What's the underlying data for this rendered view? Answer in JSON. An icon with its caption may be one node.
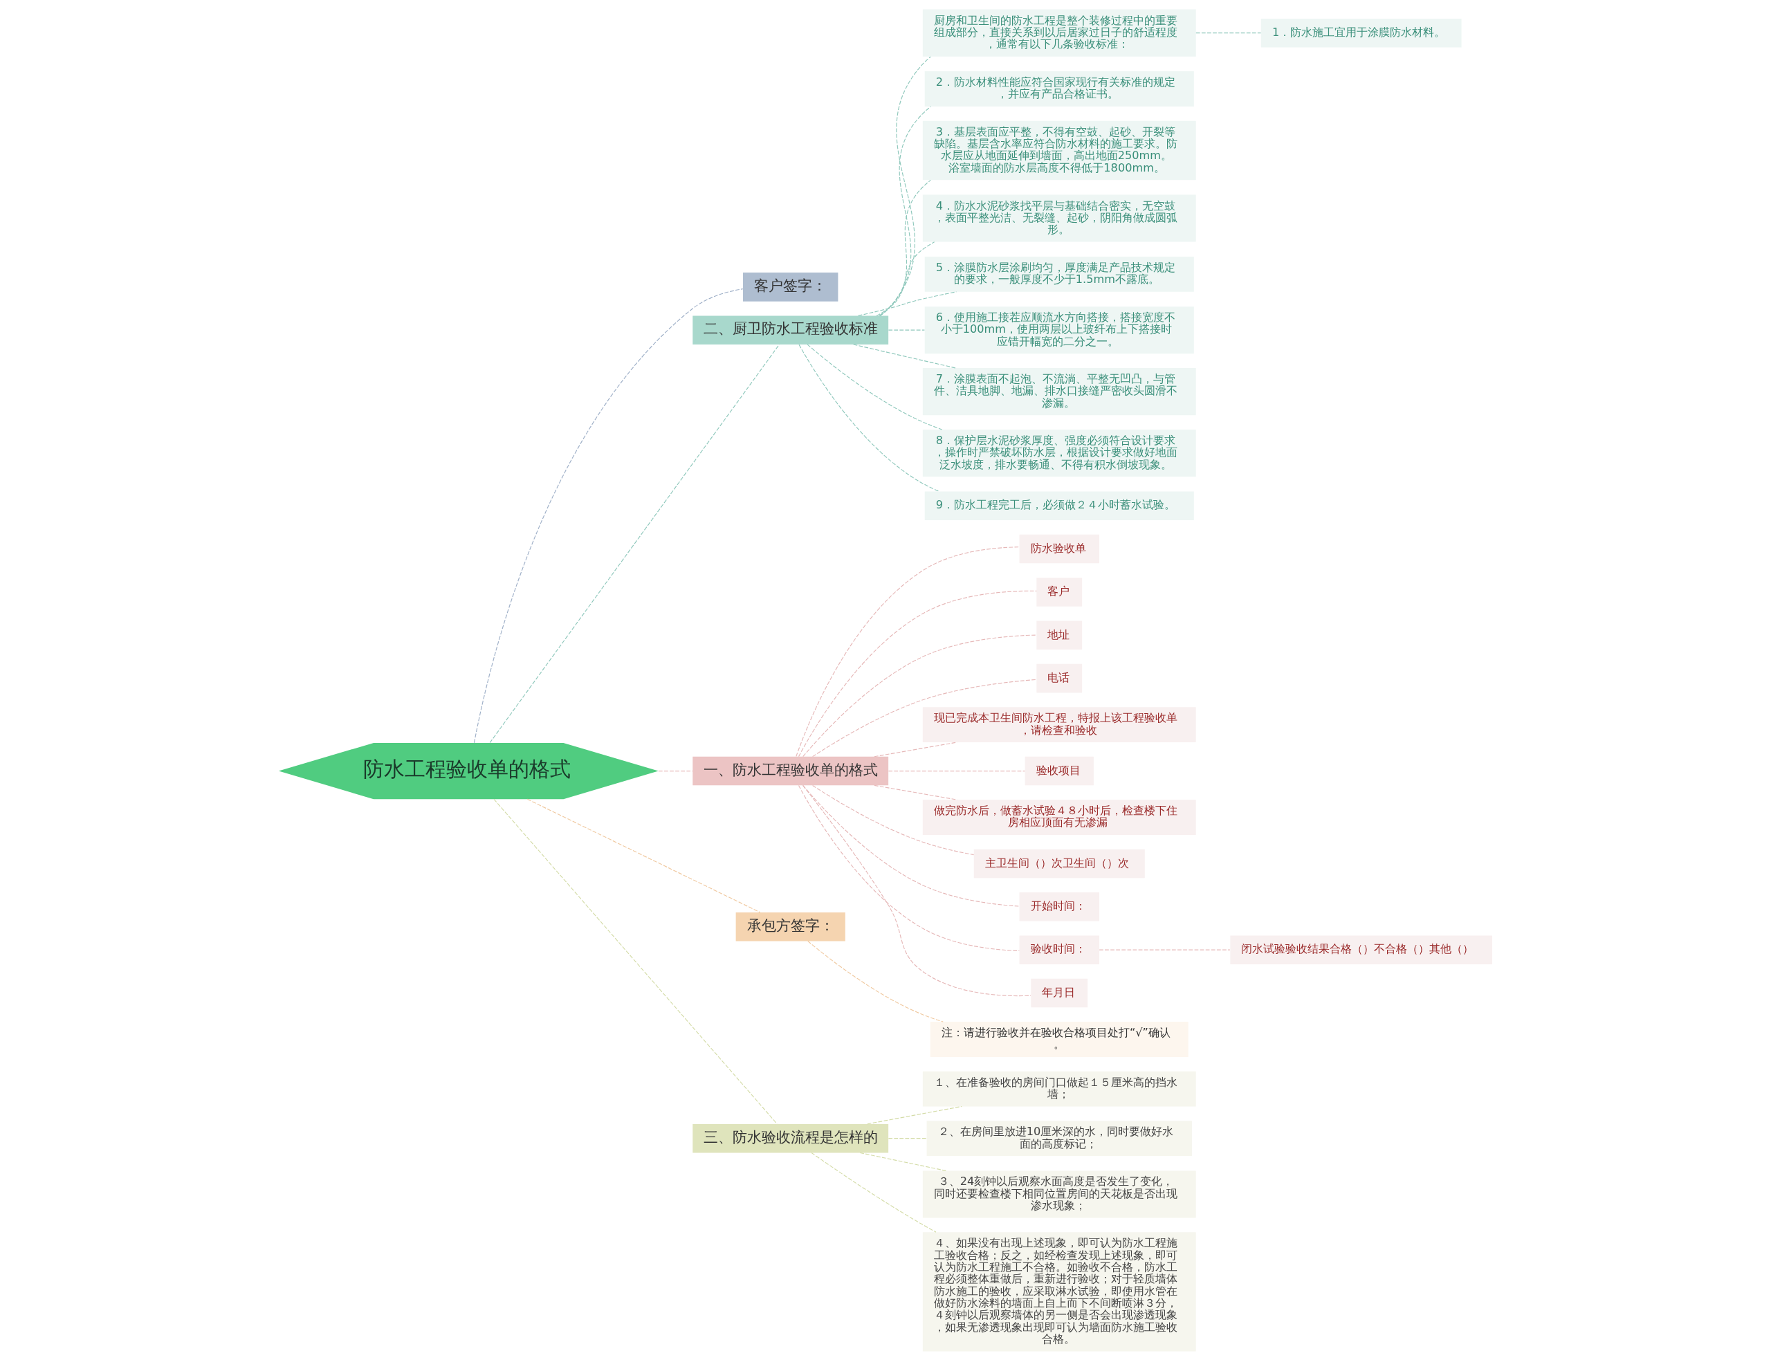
{
  "diagram": {
    "nodes": [
      {
        "text": [
          "防水工程验收单的格式"
        ]
      },
      {
        "text": [
          "客户签字："
        ]
      },
      {
        "text": [
          "二、厨卫防水工程验收标准"
        ]
      },
      {
        "text": [
          "厨房和卫生间的防水工程是整个装修过程中的重要组成部分，直接关系到以后居家过日子的舒适程度，通常有以下几条验收标准："
        ]
      },
      {
        "text": [
          "1．防水施工宜用于涂膜防水材料。"
        ]
      },
      {
        "text": [
          "2．防水材料性能应符合国家现行有关标准的规定，并应有产品合格证书。"
        ]
      },
      {
        "text": [
          "3．基层表面应平整，不得有空鼓、起砂、开裂等缺陷。基层含水率应符合防水材料的施工要求。防水层应从地面延伸到墙面，高出地面250mm。浴室墙面的防水层高度不得低于1800mm。"
        ]
      },
      {
        "text": [
          "4．防水水泥砂浆找平层与基础结合密实，无空鼓，表面平整光洁、无裂缝、起砂，阴阳角做成圆弧形。"
        ]
      },
      {
        "text": [
          "5．涂膜防水层涂刷均匀，厚度满足产品技术规定的要求，一般厚度不少于1.5mm不露底。"
        ]
      },
      {
        "text": [
          "6．使用施工接茬应顺流水方向搭接，搭接宽度不小于100mm，使用两层以上玻纤布上下搭接时应错开幅宽的二分之一。"
        ]
      },
      {
        "text": [
          "7．涂膜表面不起泡、不流淌、平整无凹凸，与管件、洁具地脚、地漏、排水口接缝严密收头圆滑不渗漏。"
        ]
      },
      {
        "text": [
          "8．保护层水泥砂浆厚度、强度必须符合设计要求，操作时严禁破坏防水层，根据设计要求做好地面泛水坡度，排水要畅通、不得有积水倒坡现象。"
        ]
      },
      {
        "text": [
          "9．防水工程完工后，必须做２４小时蓄水试验。"
        ]
      },
      {
        "text": [
          "一、防水工程验收单的格式"
        ]
      },
      {
        "text": [
          "防水验收单"
        ]
      },
      {
        "text": [
          "客户"
        ]
      },
      {
        "text": [
          "地址"
        ]
      },
      {
        "text": [
          "电话"
        ]
      },
      {
        "text": [
          "现已完成本卫生间防水工程，特报上该工程验收单，请检查和验收"
        ]
      },
      {
        "text": [
          "验收项目"
        ]
      },
      {
        "text": [
          "做完防水后，做蓄水试验４８小时后，检查楼下住房相应顶面有无渗漏"
        ]
      },
      {
        "text": [
          "主卫生间（）次卫生间（）次"
        ]
      },
      {
        "text": [
          "开始时间："
        ]
      },
      {
        "text": [
          "验收时间："
        ]
      },
      {
        "text": [
          "闭水试验验收结果合格（）不合格（）其他（）"
        ]
      },
      {
        "text": [
          "年月日"
        ]
      },
      {
        "text": [
          "承包方签字："
        ]
      },
      {
        "text": [
          "注：请进行验收并在验收合格项目处打“√”确认。"
        ]
      },
      {
        "text": [
          "三、防水验收流程是怎样的"
        ]
      },
      {
        "text": [
          "１、在准备验收的房间门口做起１５厘米高的挡水墙；"
        ]
      },
      {
        "text": [
          "２、在房间里放进10厘米深的水，同时要做好水面的高度标记；"
        ]
      },
      {
        "text": [
          "３、24刻钟以后观察水面高度是否发生了变化，同时还要检查楼下相同位置房间的天花板是否出现渗水现象；"
        ]
      },
      {
        "text": [
          "４、如果没有出现上述现象，即可认为防水工程施工验收合格；反之，如经检查发现上述现象，即可认为防水工程施工不合格。如验收不合格，防水工程必须整体重做后，重新进行验收；对于轻质墙体防水施工的验收，应采取淋水试验，即使用水管在做好防水涂料的墙面上自上而下不间断喷淋３分，４刻钟以后观察墙体的另一侧是否会出现渗透现象，如果无渗透现象出现即可认为墙面防水施工验收合格。"
        ]
      }
    ],
    "edges": [
      {
        "from": 0,
        "to": 1,
        "arrow": "none",
        "style": "dashed",
        "color": "#9fb0c8"
      },
      {
        "from": 0,
        "to": 2,
        "arrow": "none",
        "style": "dashed",
        "color": "#8fc8bc"
      },
      {
        "from": 2,
        "to": 3,
        "arrow": "none",
        "style": "dashed",
        "color": "#8fc8bc"
      },
      {
        "from": 3,
        "to": 4,
        "arrow": "none",
        "style": "dashed",
        "color": "#8fc8bc"
      },
      {
        "from": 2,
        "to": 5,
        "arrow": "none",
        "style": "dashed",
        "color": "#8fc8bc"
      },
      {
        "from": 2,
        "to": 6,
        "arrow": "none",
        "style": "dashed",
        "color": "#8fc8bc"
      },
      {
        "from": 2,
        "to": 7,
        "arrow": "none",
        "style": "dashed",
        "color": "#8fc8bc"
      },
      {
        "from": 2,
        "to": 8,
        "arrow": "none",
        "style": "dashed",
        "color": "#8fc8bc"
      },
      {
        "from": 2,
        "to": 9,
        "arrow": "none",
        "style": "dashed",
        "color": "#8fc8bc"
      },
      {
        "from": 2,
        "to": 10,
        "arrow": "none",
        "style": "dashed",
        "color": "#8fc8bc"
      },
      {
        "from": 2,
        "to": 11,
        "arrow": "none",
        "style": "dashed",
        "color": "#8fc8bc"
      },
      {
        "from": 2,
        "to": 12,
        "arrow": "none",
        "style": "dashed",
        "color": "#8fc8bc"
      },
      {
        "from": 0,
        "to": 13,
        "arrow": "none",
        "style": "dashed",
        "color": "#e6b8b8"
      },
      {
        "from": 13,
        "to": 14,
        "arrow": "none",
        "style": "dashed",
        "color": "#e6b8b8"
      },
      {
        "from": 13,
        "to": 15,
        "arrow": "none",
        "style": "dashed",
        "color": "#e6b8b8"
      },
      {
        "from": 13,
        "to": 16,
        "arrow": "none",
        "style": "dashed",
        "color": "#e6b8b8"
      },
      {
        "from": 13,
        "to": 17,
        "arrow": "none",
        "style": "dashed",
        "color": "#e6b8b8"
      },
      {
        "from": 13,
        "to": 18,
        "arrow": "none",
        "style": "dashed",
        "color": "#e6b8b8"
      },
      {
        "from": 13,
        "to": 19,
        "arrow": "none",
        "style": "dashed",
        "color": "#e6b8b8"
      },
      {
        "from": 13,
        "to": 20,
        "arrow": "none",
        "style": "dashed",
        "color": "#e6b8b8"
      },
      {
        "from": 13,
        "to": 21,
        "arrow": "none",
        "style": "dashed",
        "color": "#e6b8b8"
      },
      {
        "from": 13,
        "to": 22,
        "arrow": "none",
        "style": "dashed",
        "color": "#e6b8b8"
      },
      {
        "from": 13,
        "to": 23,
        "arrow": "none",
        "style": "dashed",
        "color": "#e6b8b8"
      },
      {
        "from": 23,
        "to": 24,
        "arrow": "none",
        "style": "dashed",
        "color": "#e6b8b8"
      },
      {
        "from": 13,
        "to": 25,
        "arrow": "none",
        "style": "dashed",
        "color": "#e6b8b8"
      },
      {
        "from": 0,
        "to": 26,
        "arrow": "none",
        "style": "dashed",
        "color": "#f0c9a0"
      },
      {
        "from": 26,
        "to": 27,
        "arrow": "none",
        "style": "dashed",
        "color": "#f0c9a0"
      },
      {
        "from": 0,
        "to": 28,
        "arrow": "none",
        "style": "dashed",
        "color": "#d4dca8"
      },
      {
        "from": 28,
        "to": 29,
        "arrow": "none",
        "style": "dashed",
        "color": "#d4dca8"
      },
      {
        "from": 28,
        "to": 30,
        "arrow": "none",
        "style": "dashed",
        "color": "#d4dca8"
      },
      {
        "from": 28,
        "to": 31,
        "arrow": "none",
        "style": "dashed",
        "color": "#d4dca8"
      },
      {
        "from": 28,
        "to": 32,
        "arrow": "none",
        "style": "dashed",
        "color": "#d4dca8"
      }
    ]
  }
}
